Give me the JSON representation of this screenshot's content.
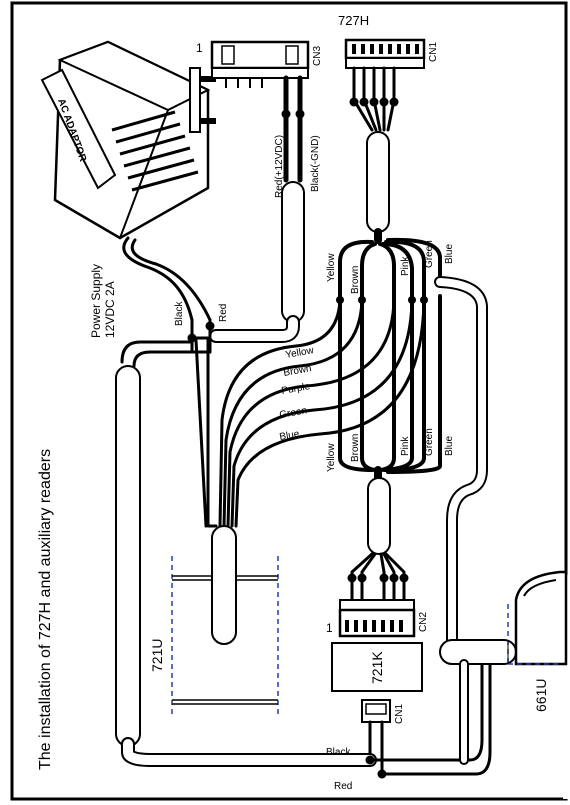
{
  "title": "The installation of  727H and auxiliary readers",
  "controller": {
    "model": "727H",
    "cn3": "CN3",
    "cn1": "CN1",
    "pin1": "1"
  },
  "adapter": {
    "label": "AC ADAPTOR",
    "caption_line1": "Power Supply",
    "caption_line2": "12VDC  2A"
  },
  "power_wires": {
    "red": "Red(+12VDC)",
    "black": "Black(-GND)",
    "black_short": "Black",
    "red_short": "Red"
  },
  "wire_colors": {
    "yellow": "Yellow",
    "brown": "Brown",
    "purple": "Purple",
    "green": "Green",
    "blue": "Blue",
    "pink": "Pink"
  },
  "reader_721u": "721U",
  "reader_721k": {
    "model": "721K",
    "cn2": "CN2",
    "cn1": "CN1",
    "pin1": "1"
  },
  "reader_661u": "661U",
  "bottom_wires": {
    "black": "Black",
    "red": "Red"
  }
}
